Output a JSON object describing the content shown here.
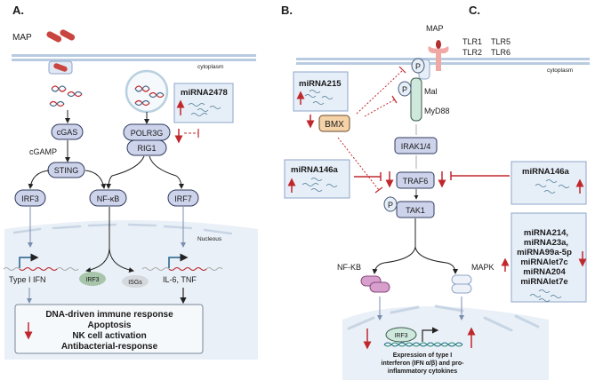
{
  "panels": {
    "a": {
      "label": "A.",
      "map_label": "MAP",
      "cytoplasm_label": "cytoplasm",
      "nucleus_label": "Nucleous",
      "cgas": "cGAS",
      "cgamp": "cGAMP",
      "sting": "STING",
      "polr3g": "POLR3G",
      "rig1": "RIG1",
      "irf3": "IRF3",
      "nfkb": "NF-κB",
      "irf7": "IRF7",
      "mirna": "miRNA2478",
      "type1ifn": "Type I IFN",
      "irf3_faded": "IRF3",
      "isgs": "ISGs",
      "il6tnf": "IL-6, TNF",
      "outcomes": [
        "DNA-driven immune response",
        "Apoptosis",
        "NK cell activation",
        "Antibacterial-response"
      ]
    },
    "b": {
      "label": "B.",
      "mirna215": "miRNA215",
      "bmx": "BMX",
      "mirna146a": "miRNA146a",
      "p": "P",
      "mal": "Mal",
      "myd88": "MyD88",
      "irak": "IRAK1/4",
      "traf6": "TRAF6",
      "tak1": "TAK1",
      "nfkb": "NF-KB",
      "mapk": "MAPK",
      "irf3": "IRF3",
      "expression": [
        "Expression of type I",
        "interferon (IFN α/β) and pro-",
        "inflammatory cytokines"
      ]
    },
    "c": {
      "label": "C.",
      "map_label": "MAP",
      "tlrs": [
        "TLR1",
        "TLR5",
        "TLR2",
        "TLR6"
      ],
      "cytoplasm_label": "cytoplasm",
      "mirna146a": "miRNA146a",
      "mirna_list": [
        "miRNA214,",
        "miRNA23a,",
        "miRNA99a-5p",
        "miRNAlet7c",
        "miRNA204",
        "miRNAlet7e"
      ]
    }
  },
  "colors": {
    "node_fill": "#ccd3ea",
    "node_stroke": "#2f3b5c",
    "membrane": "#b8cbe0",
    "mirna_box": "#e6eef8",
    "red": "#c0282d",
    "nucleus": "#eaf0f7",
    "bmx_fill": "#f5d2a8",
    "myd88_fill": "#cfe8dd"
  }
}
